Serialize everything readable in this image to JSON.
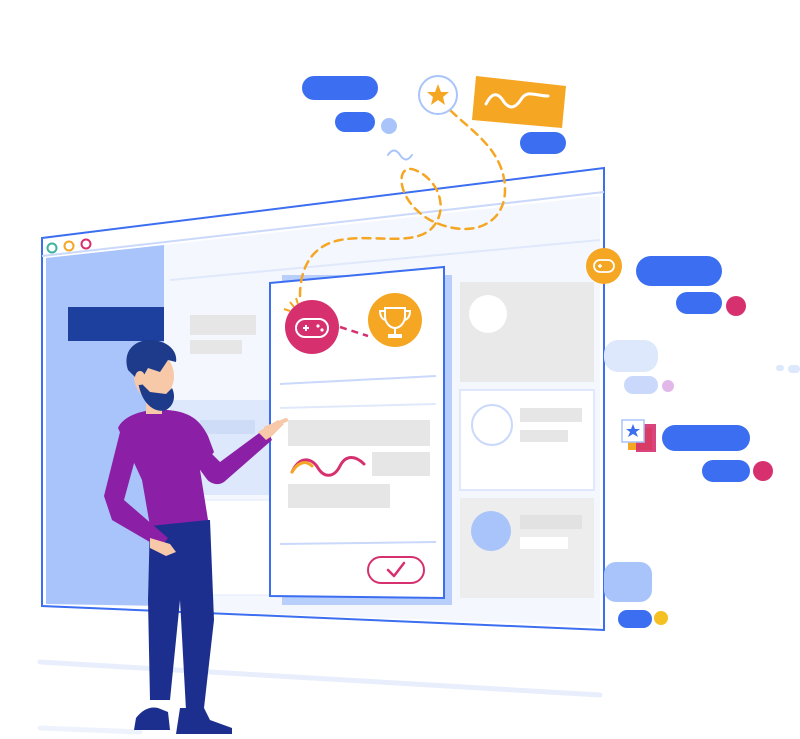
{
  "illustration": {
    "subject": "person-presenting-browser-window",
    "window_controls": [
      "close",
      "minimize",
      "maximize"
    ],
    "main_card": {
      "icons": [
        "gamepad-icon",
        "trophy-icon"
      ],
      "confirm_icon": "checkmark-icon"
    },
    "floating_icons": [
      "star-icon",
      "squiggle-badge",
      "gamepad-icon",
      "star-badge-icon"
    ],
    "colors": {
      "primary_blue": "#3b6ef0",
      "light_blue": "#a9c4fa",
      "pale_blue": "#dde8fd",
      "magenta": "#d6306f",
      "orange": "#f5a623",
      "purple_shirt": "#8b1fa6",
      "navy_pants": "#1c2f8f",
      "beard": "#1e3a8a",
      "gray": "#e6e6e6",
      "window_border": "#3b6ef0"
    }
  }
}
